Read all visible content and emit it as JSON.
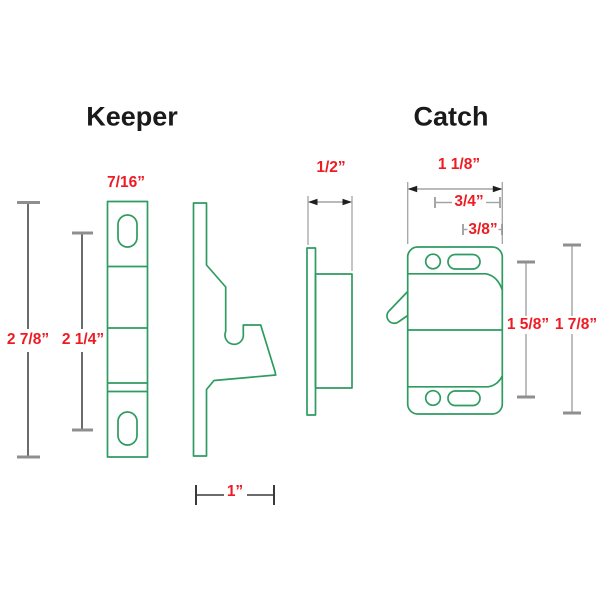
{
  "colors": {
    "background": "#ffffff",
    "part_outline": "#2e9b60",
    "dim_text": "#ed1c24",
    "title_text": "#1a1a1a",
    "dim_dark": "#3a3a3a",
    "dim_gray": "#a3a3a3",
    "tbar_gray": "#8f8f8f",
    "arrow_color": "#1f1f1f"
  },
  "keeper": {
    "title": "Keeper",
    "dims": {
      "plate_width": "7/16”",
      "overall_length": "2 7/8”",
      "hole_spacing": "2 1/4”",
      "depth": "1”"
    }
  },
  "catch": {
    "title": "Catch",
    "dims": {
      "depth": "1/2”",
      "overall_width": "1 1/8”",
      "hole_spacing": "3/4”",
      "slot_offset": "3/8”",
      "hole_height_spacing": "1 5/8”",
      "overall_height": "1 7/8”"
    }
  }
}
